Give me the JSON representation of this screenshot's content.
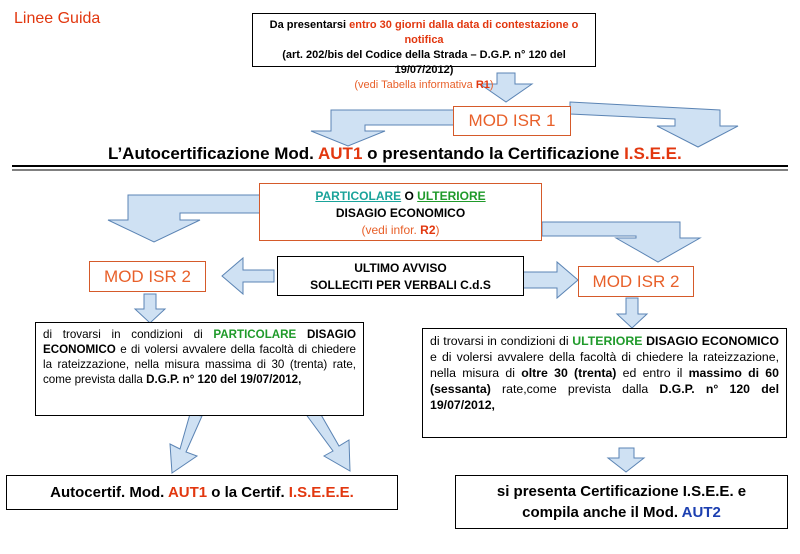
{
  "colors": {
    "accent_red": "#e2370f",
    "accent_orange": "#e8602a",
    "teal": "#1aa39a",
    "green": "#1f9a2a",
    "blue": "#1c3fb0",
    "arrow_fill": "#cfe1f3",
    "arrow_stroke": "#5b84b4"
  },
  "title": "Linee Guida",
  "top_box": {
    "l1_pre": "Da presentarsi ",
    "l1_hl": "entro 30 giorni dalla data di contestazione o notifica",
    "l2": "(art. 202/bis del Codice della Strada – D.G.P. n° 120 del 19/07/2012)",
    "l3_pre": "(vedi Tabella informativa ",
    "l3_hl": "R1",
    "l3_post": ")"
  },
  "mod_isr1": "MOD ISR 1",
  "headline": {
    "p1": "L’Autocertificazione Mod. ",
    "aut1": "AUT1",
    "p2": "  o presentando la Certificazione ",
    "isee": "I.S.E.E."
  },
  "disagio": {
    "particolare": "PARTICOLARE",
    "o": " O ",
    "ulteriore": "ULTERIORE",
    "line2": "DISAGIO ECONOMICO",
    "line3_pre": "(vedi infor. ",
    "line3_hl": "R2",
    "line3_post": ")"
  },
  "avviso": {
    "line1": "ULTIMO AVVISO",
    "line2": "SOLLECITI PER VERBALI   C.d.S"
  },
  "mod_isr2_left": "MOD ISR 2",
  "mod_isr2_right": "MOD ISR 2",
  "left_text": {
    "a": "di trovarsi in condizioni di ",
    "b": "PARTICOLARE",
    "c": "DISAGIO ECONOMICO",
    "d": " e di volersi avvalere della facoltà di chiedere la rateizzazione, nella misura massima di 30 (trenta) rate, come prevista dalla ",
    "e": "D.G.P. n° 120 del 19/07/2012,"
  },
  "right_text": {
    "a": "di trovarsi in condizioni di ",
    "b": "ULTERIORE",
    "c": "DISAGIO ECONOMICO",
    "d": " e di volersi avvalere della facoltà di chiedere la rateizzazione, nella misura di ",
    "e": "oltre 30 (trenta)",
    "f": " ed entro il ",
    "g": "massimo di 60 (sessanta)",
    "h": " rate,come prevista dalla ",
    "i": "D.G.P. n° 120 del 19/07/2012,"
  },
  "bottom_left": {
    "p1": "Autocertif. Mod. ",
    "aut1": "AUT1",
    "p2": " o la Certif. ",
    "isee": "I.S.E.E.E."
  },
  "bottom_right": {
    "line1": "si presenta Certificazione I.S.E.E. e",
    "line2_pre": "compila anche il Mod. ",
    "aut2": "AUT2"
  }
}
